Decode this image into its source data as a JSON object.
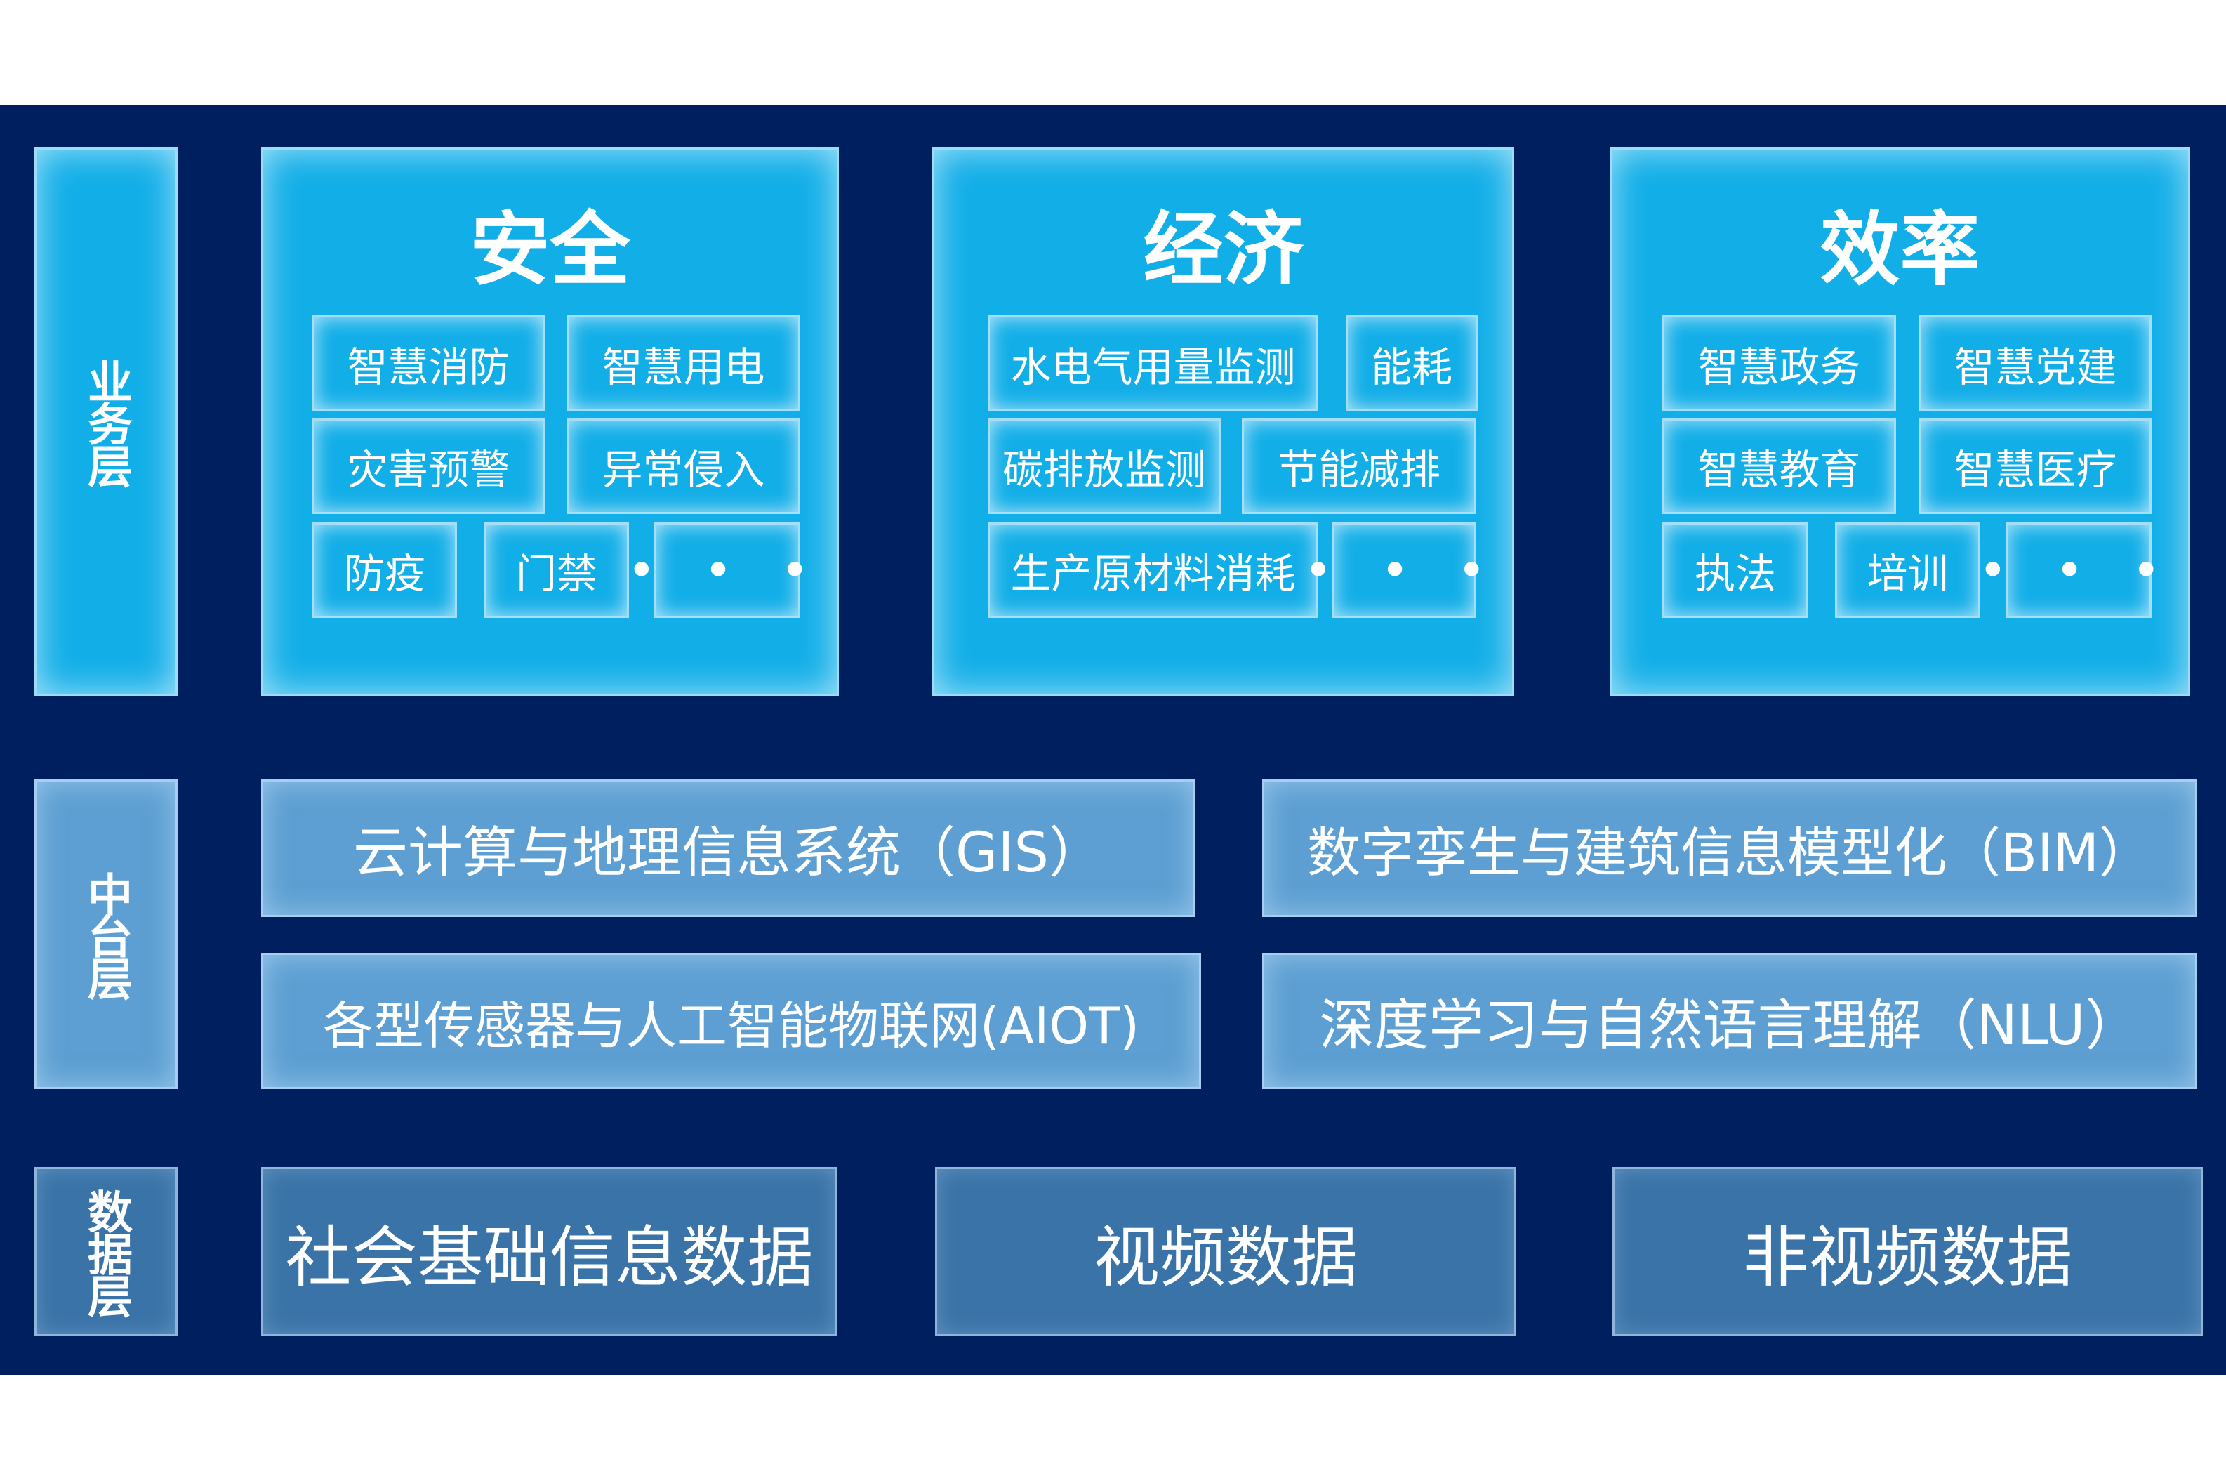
{
  "layers": {
    "business": "业务层",
    "middle": "中台层",
    "data": "数据层"
  },
  "business": [
    {
      "title": "安全",
      "items": [
        "智慧消防",
        "智慧用电",
        "灾害预警",
        "异常侵入",
        "防疫",
        "门禁",
        "• • •"
      ]
    },
    {
      "title": "经济",
      "items": [
        "水电气用量监测",
        "能耗",
        "碳排放监测",
        "节能减排",
        "生产原材料消耗",
        "• • •"
      ]
    },
    {
      "title": "效率",
      "items": [
        "智慧政务",
        "智慧党建",
        "智慧教育",
        "智慧医疗",
        "执法",
        "培训",
        "• • •"
      ]
    }
  ],
  "middle": [
    "云计算与地理信息系统（GIS）",
    "数字孪生与建筑信息模型化（BIM）",
    "各型传感器与人工智能物联网(AIOT)",
    "深度学习与自然语言理解（NLU）"
  ],
  "data": [
    "社会基础信息数据",
    "视频数据",
    "非视频数据"
  ],
  "colors": {
    "background": "#001f5e",
    "business": "#12aee8",
    "middle": "#5d9fd2",
    "data": "#3a73a7"
  }
}
